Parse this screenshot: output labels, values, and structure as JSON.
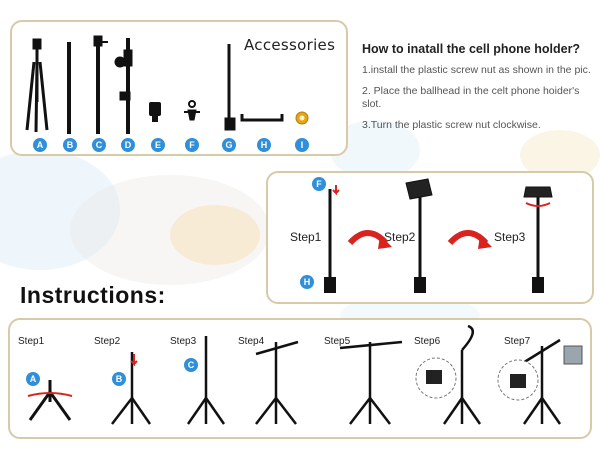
{
  "accessories": {
    "title": "Accessories",
    "badges": [
      "A",
      "B",
      "C",
      "D",
      "E",
      "F",
      "G",
      "H",
      "I"
    ]
  },
  "howto": {
    "title": "How to inatall the cell phone holder?",
    "steps": [
      "1.install the plastic screw nut as shown in the pic.",
      "2. Place the ballhead in the celt phone hoider's slot.",
      "3.Turn the plastic screw nut clockwise."
    ]
  },
  "mount_steps": {
    "labels": [
      "Step1",
      "Step2",
      "Step3"
    ],
    "badges": [
      "F",
      "H"
    ]
  },
  "instructions": {
    "title": "Instructions:",
    "steps": [
      "Step1",
      "Step2",
      "Step3",
      "Step4",
      "Step5",
      "Step6",
      "Step7"
    ],
    "badges": [
      "A",
      "B",
      "C"
    ]
  },
  "colors": {
    "accent_blue": "#2f8fd8",
    "arrow_red": "#d9231f",
    "border": "#d8c9a9"
  }
}
